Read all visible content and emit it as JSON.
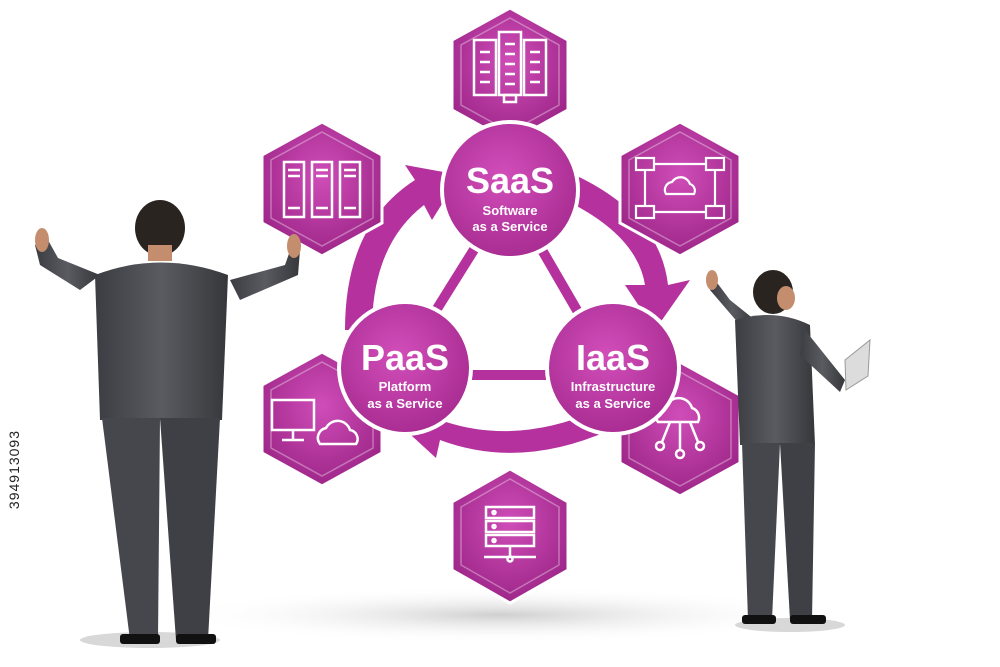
{
  "diagram": {
    "nodes": [
      {
        "id": "saas",
        "title": "SaaS",
        "subtitle_line1": "Software",
        "subtitle_line2": "as a Service"
      },
      {
        "id": "paas",
        "title": "PaaS",
        "subtitle_line1": "Platform",
        "subtitle_line2": "as a Service"
      },
      {
        "id": "iaas",
        "title": "IaaS",
        "subtitle_line1": "Infrastructure",
        "subtitle_line2": "as a Service"
      }
    ],
    "hexagon_icons": [
      "building-icon",
      "server-rack-icon",
      "network-cloud-icon",
      "desktop-cloud-icon",
      "cloud-circuit-icon",
      "server-network-icon"
    ],
    "colors": {
      "primary": "#b5319d",
      "light": "#d85bc2",
      "dark": "#8e1f7b"
    }
  },
  "stock_id": "394913093"
}
